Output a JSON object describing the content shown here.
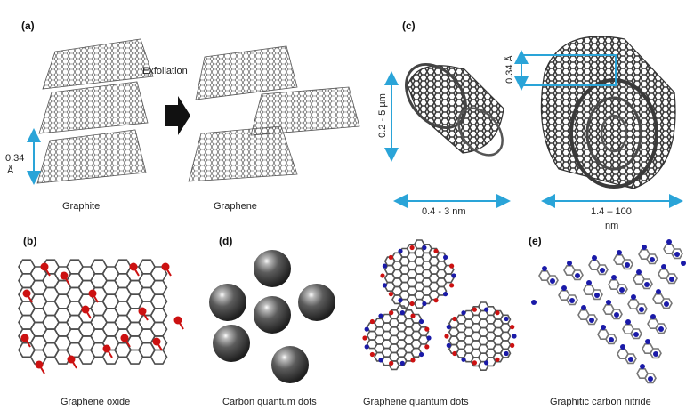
{
  "panels": {
    "a": "(a)",
    "b": "(b)",
    "c": "(c)",
    "d": "(d)",
    "e": "(e)"
  },
  "panel_a": {
    "exfoliation": "Exfoliation",
    "spacing_value": "0.34",
    "spacing_unit": "Å",
    "graphite": "Graphite",
    "graphene": "Graphene"
  },
  "panel_c": {
    "length": "0.2 - 5 µm",
    "swcnt_diameter": "0.4 -  3 nm",
    "wall_spacing": "0.34 Å",
    "mwcnt_diameter_value": "1.4 – 100",
    "mwcnt_diameter_unit": "nm"
  },
  "panel_b": {
    "caption": "Graphene oxide"
  },
  "panel_d": {
    "caption_cqd": "Carbon quantum dots",
    "caption_gqd": "Graphene quantum dots"
  },
  "panel_e": {
    "caption": "Graphitic carbon nitride"
  },
  "colors": {
    "carbon": "#5a5a5a",
    "oxygen": "#cc1111",
    "nitrogen": "#1a1aa8",
    "arrow_blue": "#2aa4d8"
  }
}
